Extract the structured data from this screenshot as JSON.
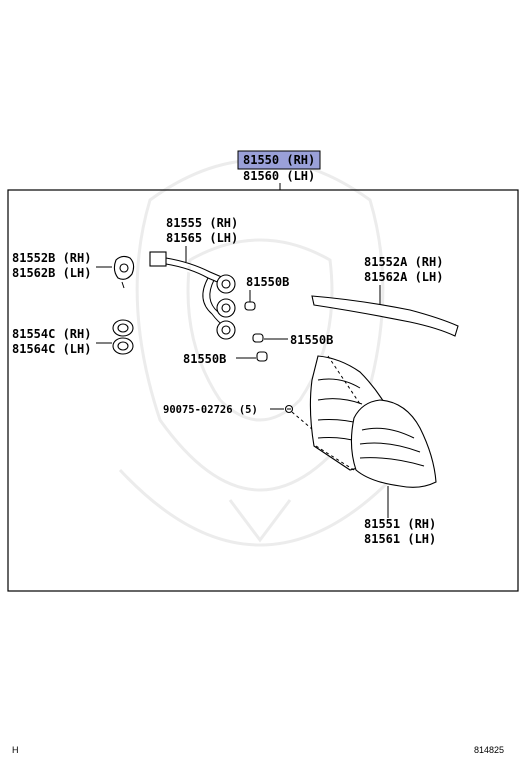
{
  "highlight_color": "#9aa0d8",
  "labels": {
    "assembly_rh": "81550 (RH)",
    "assembly_lh": "81560 (LH)",
    "socket_rh": "81555 (RH)",
    "socket_lh": "81565 (LH)",
    "holder_b_rh": "81552B (RH)",
    "holder_b_lh": "81562B (LH)",
    "holder_c_rh": "81554C (RH)",
    "holder_c_lh": "81564C (LH)",
    "bulb_1": "81550B",
    "bulb_2": "81550B",
    "bulb_3": "81550B",
    "gasket_rh": "81552A (RH)",
    "gasket_lh": "81562A (LH)",
    "screw": "90075-02726 (5)",
    "lens_rh": "81551 (RH)",
    "lens_lh": "81561 (LH)"
  },
  "footer": {
    "left": "H",
    "right": "814825"
  }
}
